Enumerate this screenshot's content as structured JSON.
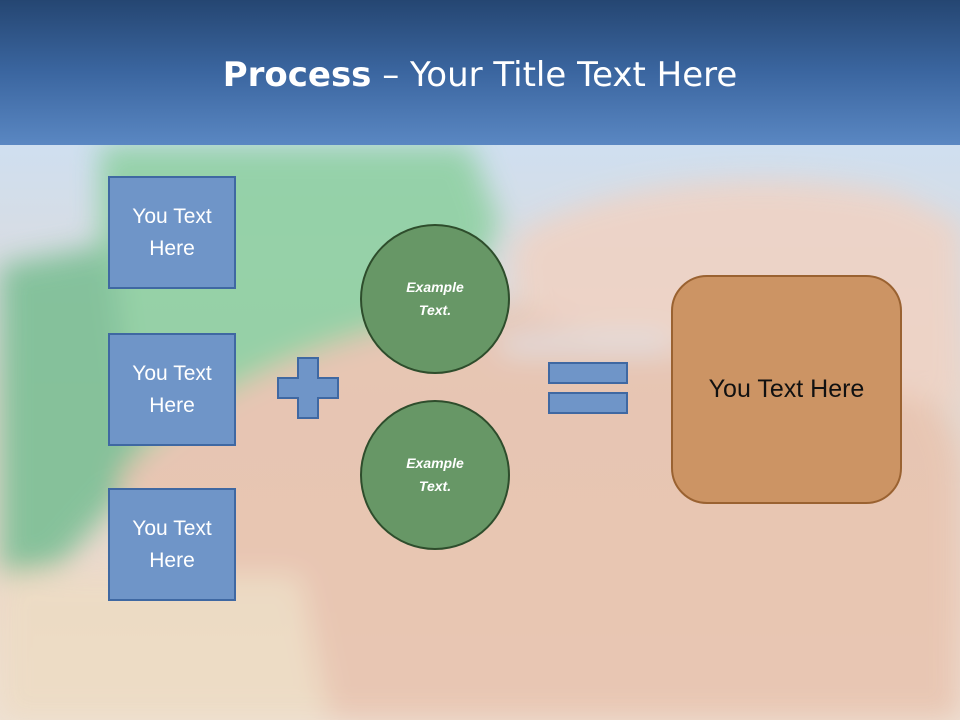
{
  "title": {
    "bold": "Process",
    "rest": " – Your Title Text Here"
  },
  "left_boxes": [
    {
      "label": "You Text Here"
    },
    {
      "label": "You Text Here"
    },
    {
      "label": "You Text Here"
    }
  ],
  "circles": [
    {
      "label": "Example Text."
    },
    {
      "label": "Example Text."
    }
  ],
  "result": {
    "label": "You Text Here"
  },
  "colors": {
    "header_dark": "#254672",
    "header_light": "#5a87c2",
    "box_fill": "#6f95c8",
    "box_border": "#3f68a2",
    "circle_fill": "#679766",
    "circle_border": "#2e4d2c",
    "result_fill": "#cc9464",
    "result_border": "#9a6231"
  },
  "icons": {
    "operator_1": "plus-icon",
    "operator_2": "equals-icon"
  }
}
